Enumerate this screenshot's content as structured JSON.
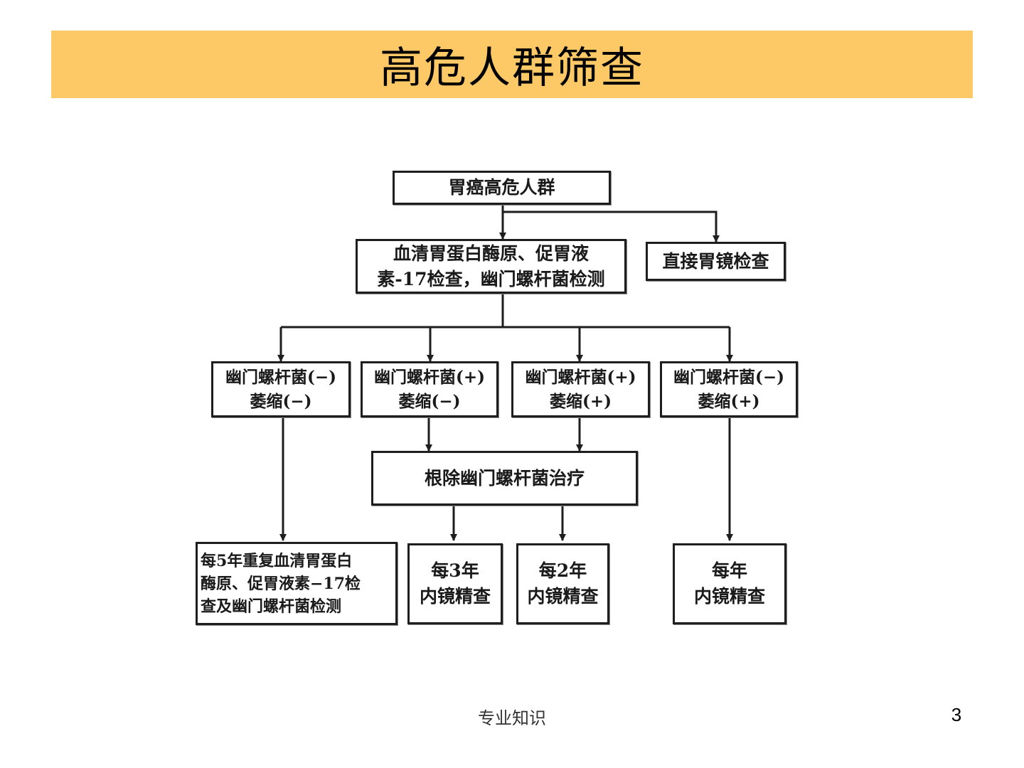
{
  "slide": {
    "title": "高危人群筛查",
    "footer": "专业知识",
    "page_number": "3"
  },
  "flowchart": {
    "top": "胃癌高危人群",
    "serum_test": [
      "血清胃蛋白酶原、促胃液",
      "素-17检查，幽门螺杆菌检测"
    ],
    "direct_endoscopy": "直接胃镜检查",
    "group1": [
      "幽门螺杆菌(−)",
      "萎缩(−)"
    ],
    "group2": [
      "幽门螺杆菌(+)",
      "萎缩(−)"
    ],
    "group3": [
      "幽门螺杆菌(+)",
      "萎缩(+)"
    ],
    "group4": [
      "幽门螺杆菌(−)",
      "萎缩(+)"
    ],
    "eradication": "根除幽门螺杆菌治疗",
    "outcome1": [
      "每5年重复血清胃蛋白",
      "酶原、促胃液素−17检",
      "查及幽门螺杆菌检测"
    ],
    "outcome2": [
      "每3年",
      "内镜精查"
    ],
    "outcome3": [
      "每2年",
      "内镜精查"
    ],
    "outcome4": [
      "每年",
      "内镜精查"
    ]
  },
  "colors": {
    "title_bar": "#fdc966",
    "lines": "#1e1e1e"
  }
}
